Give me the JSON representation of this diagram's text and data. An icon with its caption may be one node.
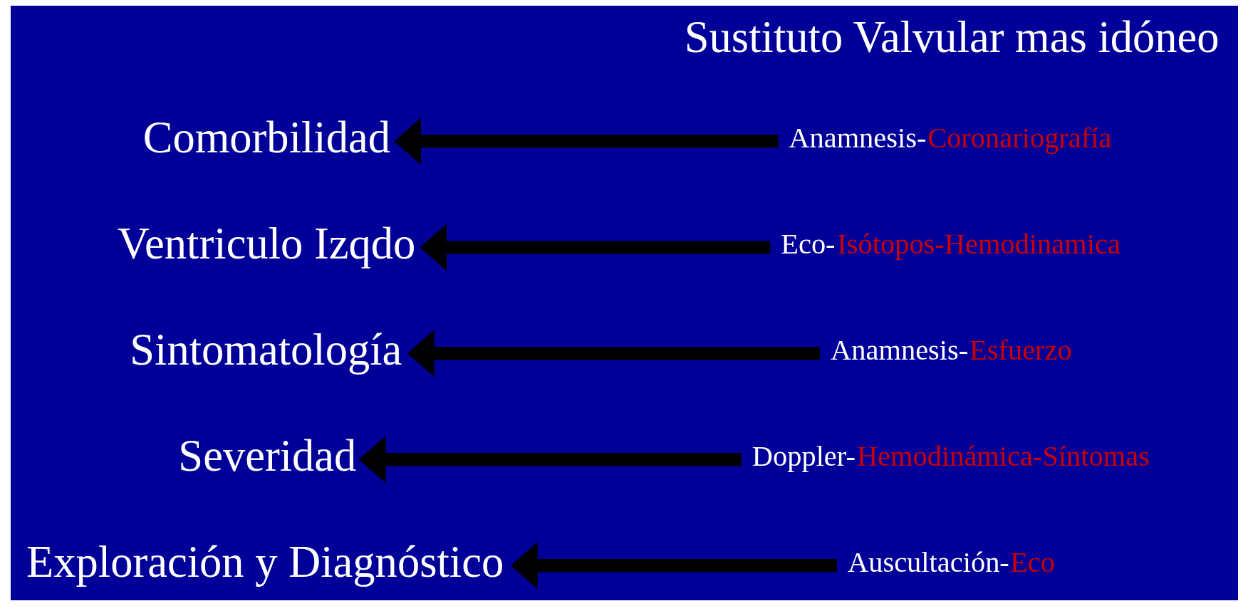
{
  "diagram": {
    "nodes": [
      {
        "text": [
          "Exploración y Diagnóstico"
        ]
      },
      {
        "text": [
          "Auscultación-Eco"
        ]
      },
      {
        "text": [
          "Severidad"
        ]
      },
      {
        "text": [
          "Doppler-Hemodinámica-Síntomas"
        ]
      },
      {
        "text": [
          "Sintomatología"
        ]
      },
      {
        "text": [
          "Anamnesis-Esfuerzo"
        ]
      },
      {
        "text": [
          "Ventriculo Izqdo"
        ]
      },
      {
        "text": [
          "Eco-Isótopos-Hemodinamica"
        ]
      },
      {
        "text": [
          "Comorbilidad"
        ]
      },
      {
        "text": [
          "Anamnesis-Coronariografía"
        ]
      }
    ],
    "edges": [
      {
        "from": 1,
        "to": 0,
        "arrow": "to"
      },
      {
        "from": 3,
        "to": 2,
        "arrow": "to"
      },
      {
        "from": 5,
        "to": 4,
        "arrow": "to"
      },
      {
        "from": 7,
        "to": 6,
        "arrow": "to"
      },
      {
        "from": 9,
        "to": 8,
        "arrow": "to"
      }
    ],
    "labels": [
      "Sustituto Valvular mas idóneo"
    ]
  }
}
